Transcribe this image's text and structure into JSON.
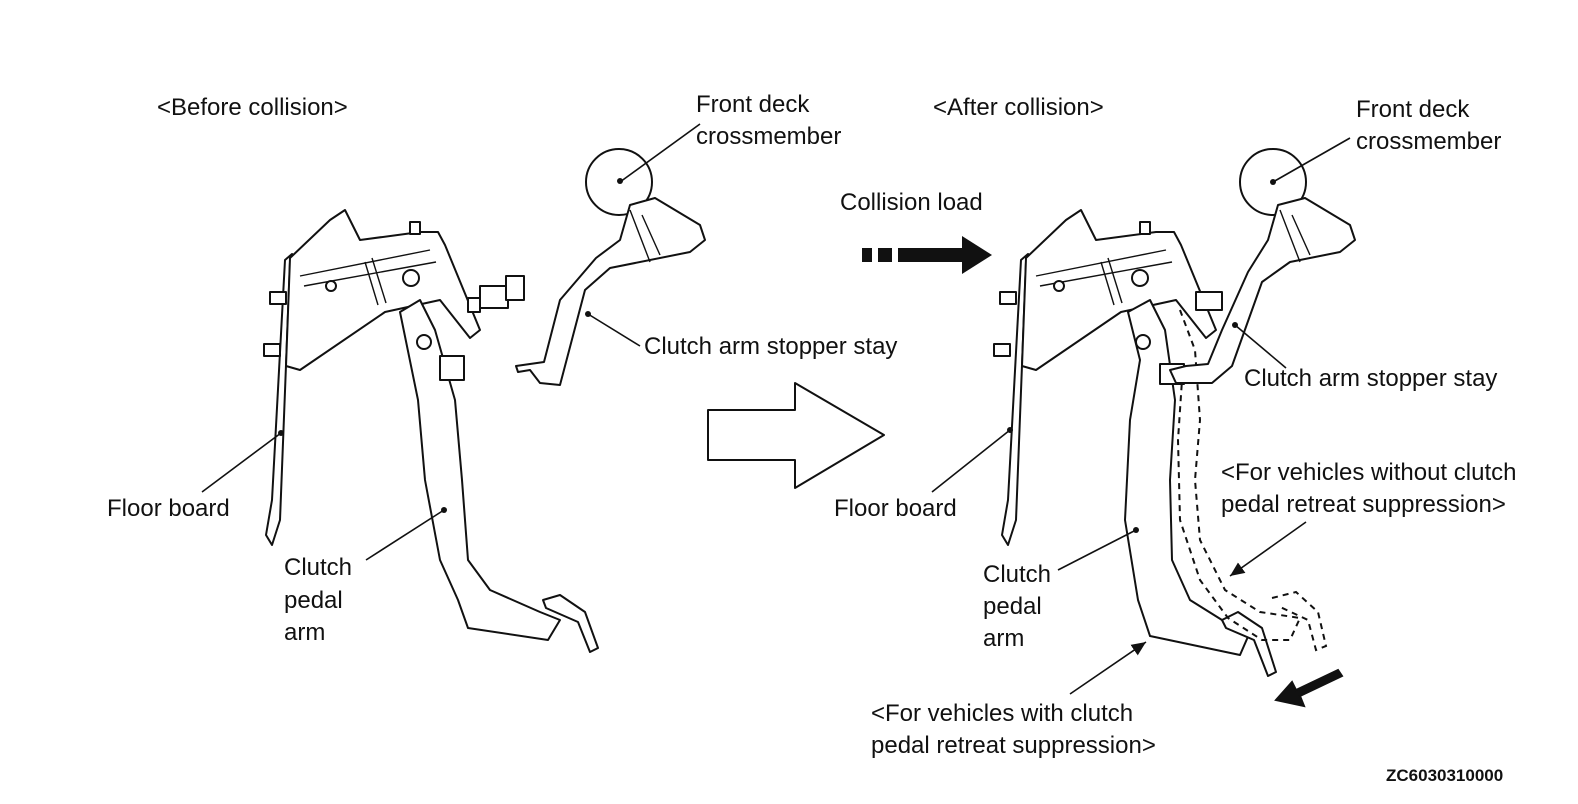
{
  "before_title": "<Before collision>",
  "after_title": "<After collision>",
  "before": {
    "front_deck": [
      "Front deck",
      "crossmember"
    ],
    "clutch_arm_stay": "Clutch arm stopper stay",
    "floor_board": "Floor board",
    "pedal_arm": [
      "Clutch",
      "pedal",
      "arm"
    ]
  },
  "after": {
    "front_deck": [
      "Front deck",
      "crossmember"
    ],
    "collision_load": "Collision load",
    "clutch_arm_stay": "Clutch arm stopper stay",
    "floor_board": "Floor board",
    "pedal_arm": [
      "Clutch",
      "pedal",
      "arm"
    ],
    "without_suppression": [
      "<For vehicles without clutch",
      "pedal retreat suppression>"
    ],
    "with_suppression": [
      "<For vehicles with clutch",
      "pedal retreat suppression>"
    ]
  },
  "figure_code": "ZC6030310000"
}
